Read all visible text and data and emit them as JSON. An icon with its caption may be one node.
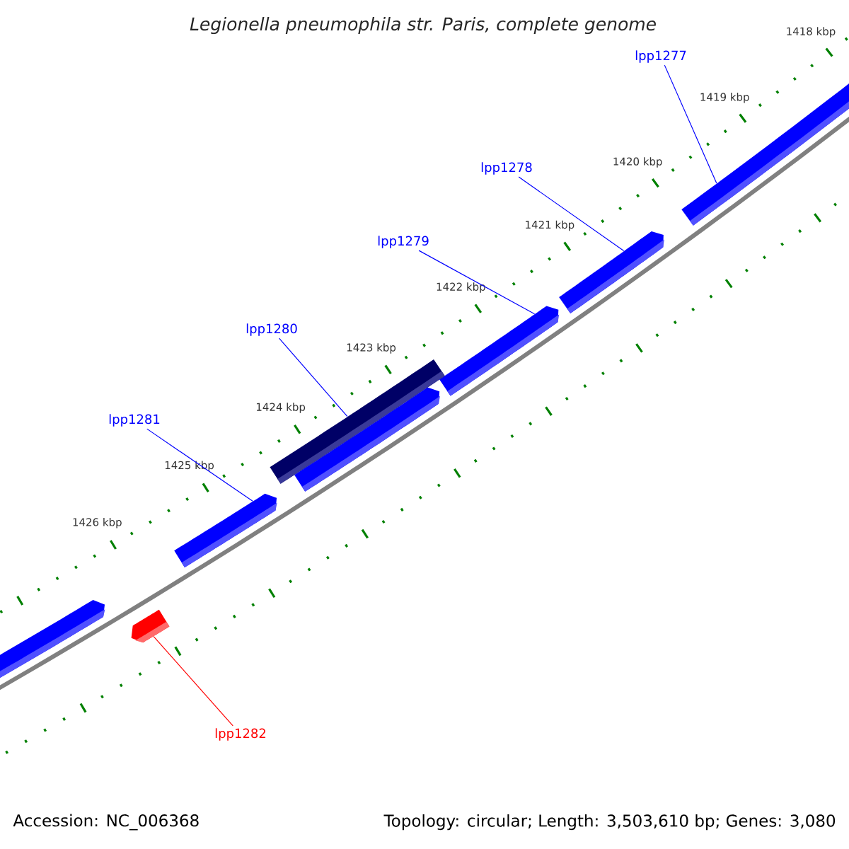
{
  "diagram": {
    "title": "*Legionella pneumophila* str. Paris, complete genome",
    "nodes": [
      {
        "text": [
          "lpp1277"
        ]
      },
      {
        "text": [
          "lpp1278"
        ]
      },
      {
        "text": [
          "lpp1279"
        ]
      },
      {
        "text": [
          "lpp1280"
        ]
      },
      {
        "text": [
          "lpp1281"
        ]
      },
      {
        "text": [
          "lpp1282"
        ]
      },
      {
        "text": [],
        "shape": "bar"
      },
      {
        "text": [],
        "shape": "bar"
      },
      {
        "text": [],
        "shape": "bar"
      },
      {
        "text": [],
        "shape": "bar"
      },
      {
        "text": [],
        "shape": "bar"
      },
      {
        "text": [],
        "shape": "bar"
      },
      {
        "text": [],
        "shape": "bar"
      },
      {
        "text": [],
        "shape": "bar"
      }
    ],
    "edges": [
      {
        "from": 0,
        "to": 6,
        "arrow": "none"
      },
      {
        "from": 1,
        "to": 7,
        "arrow": "none"
      },
      {
        "from": 2,
        "to": 8,
        "arrow": "none"
      },
      {
        "from": 3,
        "to": 9,
        "arrow": "none"
      },
      {
        "from": 4,
        "to": 11,
        "arrow": "none"
      },
      {
        "from": 5,
        "to": 13,
        "arrow": "none",
        "color": "#ff0000"
      }
    ],
    "labels": [
      "1418 kbp",
      "1419 kbp",
      "1420 kbp",
      "1421 kbp",
      "1422 kbp",
      "1423 kbp",
      "1424 kbp",
      "1425 kbp",
      "1426 kbp",
      "Accession: NC_006368",
      "Topology: circular; Length: 3,503,610 bp; Genes: 3,080"
    ]
  }
}
